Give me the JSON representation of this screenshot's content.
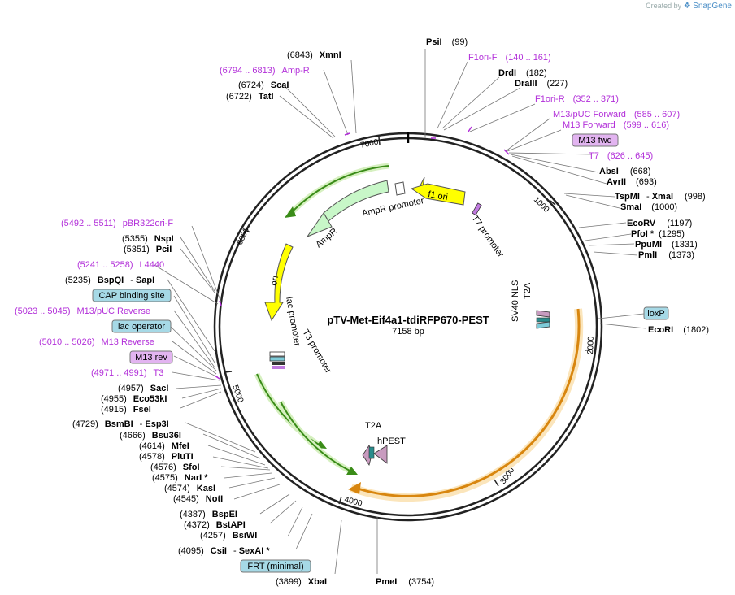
{
  "credit": {
    "prefix": "Created by",
    "brand": "SnapGene"
  },
  "plasmid": {
    "name": "pTV-Met-Eif4a1-tdiRFP670-PEST",
    "size": "7158 bp"
  },
  "ticks": [
    "1000",
    "2000",
    "3000",
    "4000",
    "5000",
    "6000",
    "7000"
  ],
  "enzymes": [
    {
      "pos": "(99)",
      "name": "PsiI"
    },
    {
      "pos": "(182)",
      "name": "DrdI"
    },
    {
      "pos": "(227)",
      "name": "DraIII"
    },
    {
      "pos": "(668)",
      "name": "AbsI"
    },
    {
      "pos": "(693)",
      "name": "AvrII"
    },
    {
      "pos": "(998)",
      "name": "TspMI",
      "name2": "XmaI"
    },
    {
      "pos": "(1000)",
      "name": "SmaI"
    },
    {
      "pos": "(1197)",
      "name": "EcoRV"
    },
    {
      "pos": "(1295)",
      "name": "PfoI *"
    },
    {
      "pos": "(1331)",
      "name": "PpuMI"
    },
    {
      "pos": "(1373)",
      "name": "PmlI"
    },
    {
      "pos": "(1802)",
      "name": "EcoRI"
    },
    {
      "pos": "(3754)",
      "name": "PmeI"
    },
    {
      "pos": "(3899)",
      "name": "XbaI"
    },
    {
      "pos": "(4095)",
      "name": "CsiI",
      "name2": "SexAI *"
    },
    {
      "pos": "(4257)",
      "name": "BsiWI"
    },
    {
      "pos": "(4372)",
      "name": "BstAPI"
    },
    {
      "pos": "(4387)",
      "name": "BspEI"
    },
    {
      "pos": "(4545)",
      "name": "NotI"
    },
    {
      "pos": "(4574)",
      "name": "KasI"
    },
    {
      "pos": "(4575)",
      "name": "NarI *"
    },
    {
      "pos": "(4576)",
      "name": "SfoI"
    },
    {
      "pos": "(4578)",
      "name": "PluTI"
    },
    {
      "pos": "(4614)",
      "name": "MfeI"
    },
    {
      "pos": "(4666)",
      "name": "Bsu36I"
    },
    {
      "pos": "(4729)",
      "name": "BsmBI",
      "name2": "Esp3I"
    },
    {
      "pos": "(4915)",
      "name": "FseI"
    },
    {
      "pos": "(4955)",
      "name": "Eco53kI"
    },
    {
      "pos": "(4957)",
      "name": "SacI"
    },
    {
      "pos": "(5235)",
      "name": "BspQI",
      "name2": "SapI"
    },
    {
      "pos": "(5351)",
      "name": "PciI"
    },
    {
      "pos": "(5355)",
      "name": "NspI"
    },
    {
      "pos": "(6722)",
      "name": "TatI"
    },
    {
      "pos": "(6724)",
      "name": "ScaI"
    },
    {
      "pos": "(6843)",
      "name": "XmnI"
    }
  ],
  "primers": [
    {
      "name": "F1ori-F",
      "range": "(140 .. 161)"
    },
    {
      "name": "F1ori-R",
      "range": "(352 .. 371)"
    },
    {
      "name": "M13/pUC Forward",
      "range": "(585 .. 607)"
    },
    {
      "name": "M13 Forward",
      "range": "(599 .. 616)"
    },
    {
      "name": "T7",
      "range": "(626 .. 645)"
    },
    {
      "name": "T3",
      "range": "(4971 .. 4991)"
    },
    {
      "name": "M13 Reverse",
      "range": "(5010 .. 5026)"
    },
    {
      "name": "M13/pUC Reverse",
      "range": "(5023 .. 5045)"
    },
    {
      "name": "L4440",
      "range": "(5241 .. 5258)"
    },
    {
      "name": "pBR322ori-F",
      "range": "(5492 .. 5511)"
    },
    {
      "name": "Amp-R",
      "range": "(6794 .. 6813)"
    }
  ],
  "boxed_features": {
    "m13_fwd": "M13 fwd",
    "m13_rev": "M13 rev",
    "loxp": "loxP",
    "cap": "CAP binding site",
    "lac_operator": "lac operator",
    "frt": "FRT (minimal)"
  },
  "features": {
    "f1_ori": "f1 ori",
    "ampr_promoter": "AmpR promoter",
    "ampr": "AmpR",
    "ori": "ori",
    "lac_promoter": "lac promoter",
    "t3_promoter": "T3 promoter",
    "t7_promoter": "T7 promoter",
    "sv40_nls": "SV40 NLS",
    "t2a_top": "T2A",
    "t2a_bottom": "T2A",
    "hpest": "hPEST"
  },
  "colors": {
    "primer": "#b22fd9",
    "box_blue": "#a6d9e6",
    "box_purple": "#e2b4f0",
    "orf_orange": "#f0a030",
    "ori_yellow": "#ffff00",
    "ampr_green": "#c8f7c8",
    "green_arrow": "#5cb030"
  }
}
